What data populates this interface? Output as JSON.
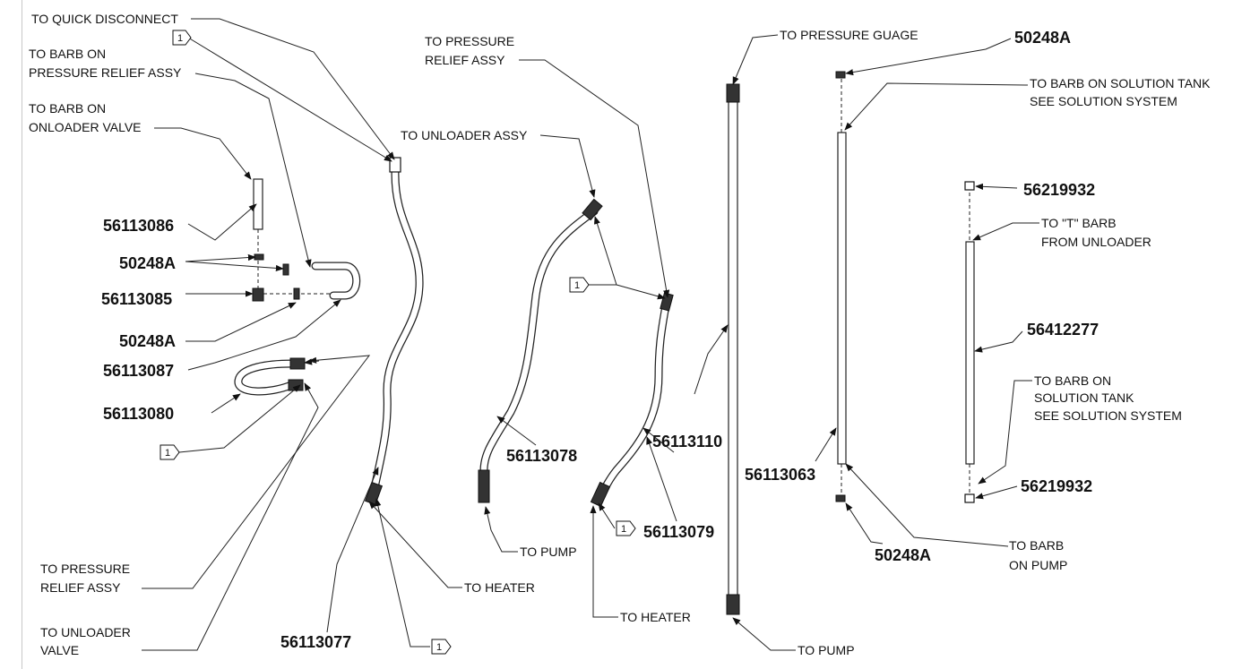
{
  "labels": {
    "quick_disconnect": "TO QUICK DISCONNECT",
    "barb_relief_1": "TO BARB ON",
    "barb_relief_2": "PRESSURE RELIEF ASSY",
    "barb_onloader_1": "TO BARB ON",
    "barb_onloader_2": "ONLOADER VALVE",
    "pressure_relief_top_1": "TO PRESSURE",
    "pressure_relief_top_2": "RELIEF ASSY",
    "unloader_assy": "TO UNLOADER ASSY",
    "pressure_guage": "TO PRESSURE GUAGE",
    "solution_tank_1": "TO BARB ON SOLUTION TANK",
    "solution_tank_2": "SEE SOLUTION SYSTEM",
    "t_barb_1": "TO \"T\" BARB",
    "t_barb_2": "FROM UNLOADER",
    "solution_tank_b_1": "TO BARB ON",
    "solution_tank_b_2": "SOLUTION TANK",
    "solution_tank_b_3": "SEE SOLUTION SYSTEM",
    "barb_pump_1": "TO BARB",
    "barb_pump_2": "ON PUMP",
    "to_pump_a": "TO PUMP",
    "to_heater_a": "TO HEATER",
    "to_heater_b": "TO HEATER",
    "to_pump_b": "TO PUMP",
    "pressure_relief_bottom_1": "TO PRESSURE",
    "pressure_relief_bottom_2": "RELIEF ASSY",
    "unloader_valve_1": "TO UNLOADER",
    "unloader_valve_2": "VALVE"
  },
  "part_numbers": {
    "p56113086": "56113086",
    "p50248A_a": "50248A",
    "p56113085": "56113085",
    "p50248A_b": "50248A",
    "p56113087": "56113087",
    "p56113080": "56113080",
    "p56113077": "56113077",
    "p56113078": "56113078",
    "p56113110": "56113110",
    "p56113079": "56113079",
    "p56113063": "56113063",
    "p50248A_c": "50248A",
    "p50248A_d": "50248A",
    "p56219932_a": "56219932",
    "p56412277": "56412277",
    "p56219932_b": "56219932"
  },
  "flag_note": "1"
}
